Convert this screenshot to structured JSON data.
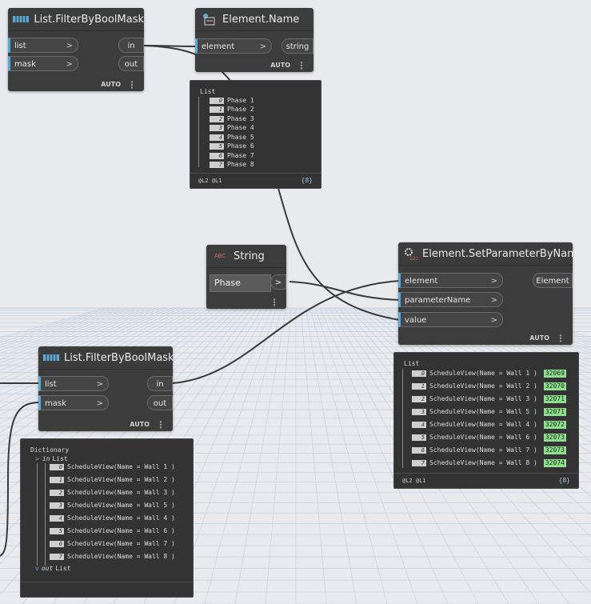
{
  "nodes": {
    "filter_top": {
      "title": "List.FilterByBoolMask",
      "inputs": [
        "list",
        "mask"
      ],
      "outputs": [
        "in",
        "out"
      ],
      "lacing": "AUTO"
    },
    "element_name": {
      "title": "Element.Name",
      "inputs": [
        "element"
      ],
      "outputs": [
        "string"
      ],
      "lacing": "AUTO",
      "preview": {
        "title": "List",
        "items": [
          "Phase 1",
          "Phase 2",
          "Phase 3",
          "Phase 4",
          "Phase 5",
          "Phase 6",
          "Phase 7",
          "Phase 8"
        ],
        "levels": "@L2 @L1",
        "count": "{8}"
      }
    },
    "string_node": {
      "title": "String",
      "icon_text": "ABC",
      "value": "Phase",
      "output": ">"
    },
    "set_param": {
      "title": "Element.SetParameterByName",
      "inputs": [
        "element",
        "parameterName",
        "value"
      ],
      "outputs": [
        "Element"
      ],
      "lacing": "AUTO",
      "preview": {
        "title": "List",
        "items": [
          {
            "text": "ScheduleView(Name = Wall 1 )",
            "id": "32069"
          },
          {
            "text": "ScheduleView(Name = Wall 2 )",
            "id": "32070"
          },
          {
            "text": "ScheduleView(Name = Wall 3 )",
            "id": "32071"
          },
          {
            "text": "ScheduleView(Name = Wall 5 )",
            "id": "32071"
          },
          {
            "text": "ScheduleView(Name = Wall 4 )",
            "id": "32072"
          },
          {
            "text": "ScheduleView(Name = Wall 6 )",
            "id": "32073"
          },
          {
            "text": "ScheduleView(Name = Wall 7 )",
            "id": "32073"
          },
          {
            "text": "ScheduleView(Name = Wall 8 )",
            "id": "32074"
          }
        ],
        "levels": "@L2 @L1",
        "count": "{8}"
      }
    },
    "filter_bottom": {
      "title": "List.FilterByBoolMask",
      "inputs": [
        "list",
        "mask"
      ],
      "outputs": [
        "in",
        "out"
      ],
      "lacing": "AUTO",
      "preview": {
        "title": "Dictionary",
        "in_label": "in",
        "in_type": "List",
        "items": [
          "ScheduleView(Name = Wall 1 )",
          "ScheduleView(Name = Wall 2 )",
          "ScheduleView(Name = Wall 3 )",
          "ScheduleView(Name = Wall 5 )",
          "ScheduleView(Name = Wall 4 )",
          "ScheduleView(Name = Wall 6 )",
          "ScheduleView(Name = Wall 7 )",
          "ScheduleView(Name = Wall 8 )"
        ],
        "out_label": "out",
        "out_type": "List"
      }
    }
  },
  "indices": [
    "0",
    "1",
    "2",
    "3",
    "4",
    "5",
    "6",
    "7"
  ],
  "colors": {
    "port_accent": "#5ba9d9",
    "node_bg": "#3c3c3c",
    "id_highlight": "#8ee08e",
    "wire": "#3a3a3a"
  }
}
